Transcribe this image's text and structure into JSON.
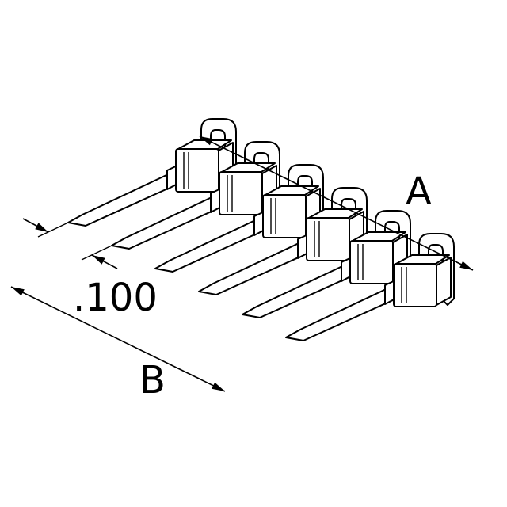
{
  "diagram": {
    "type": "technical-drawing",
    "background_color": "#ffffff",
    "line_color": "#000000",
    "part": {
      "description": "right-angle pin header, side/isometric line drawing",
      "positions": 6
    },
    "dimensions": {
      "length_label": "A",
      "width_label": "B",
      "pitch_label": ".100"
    }
  }
}
